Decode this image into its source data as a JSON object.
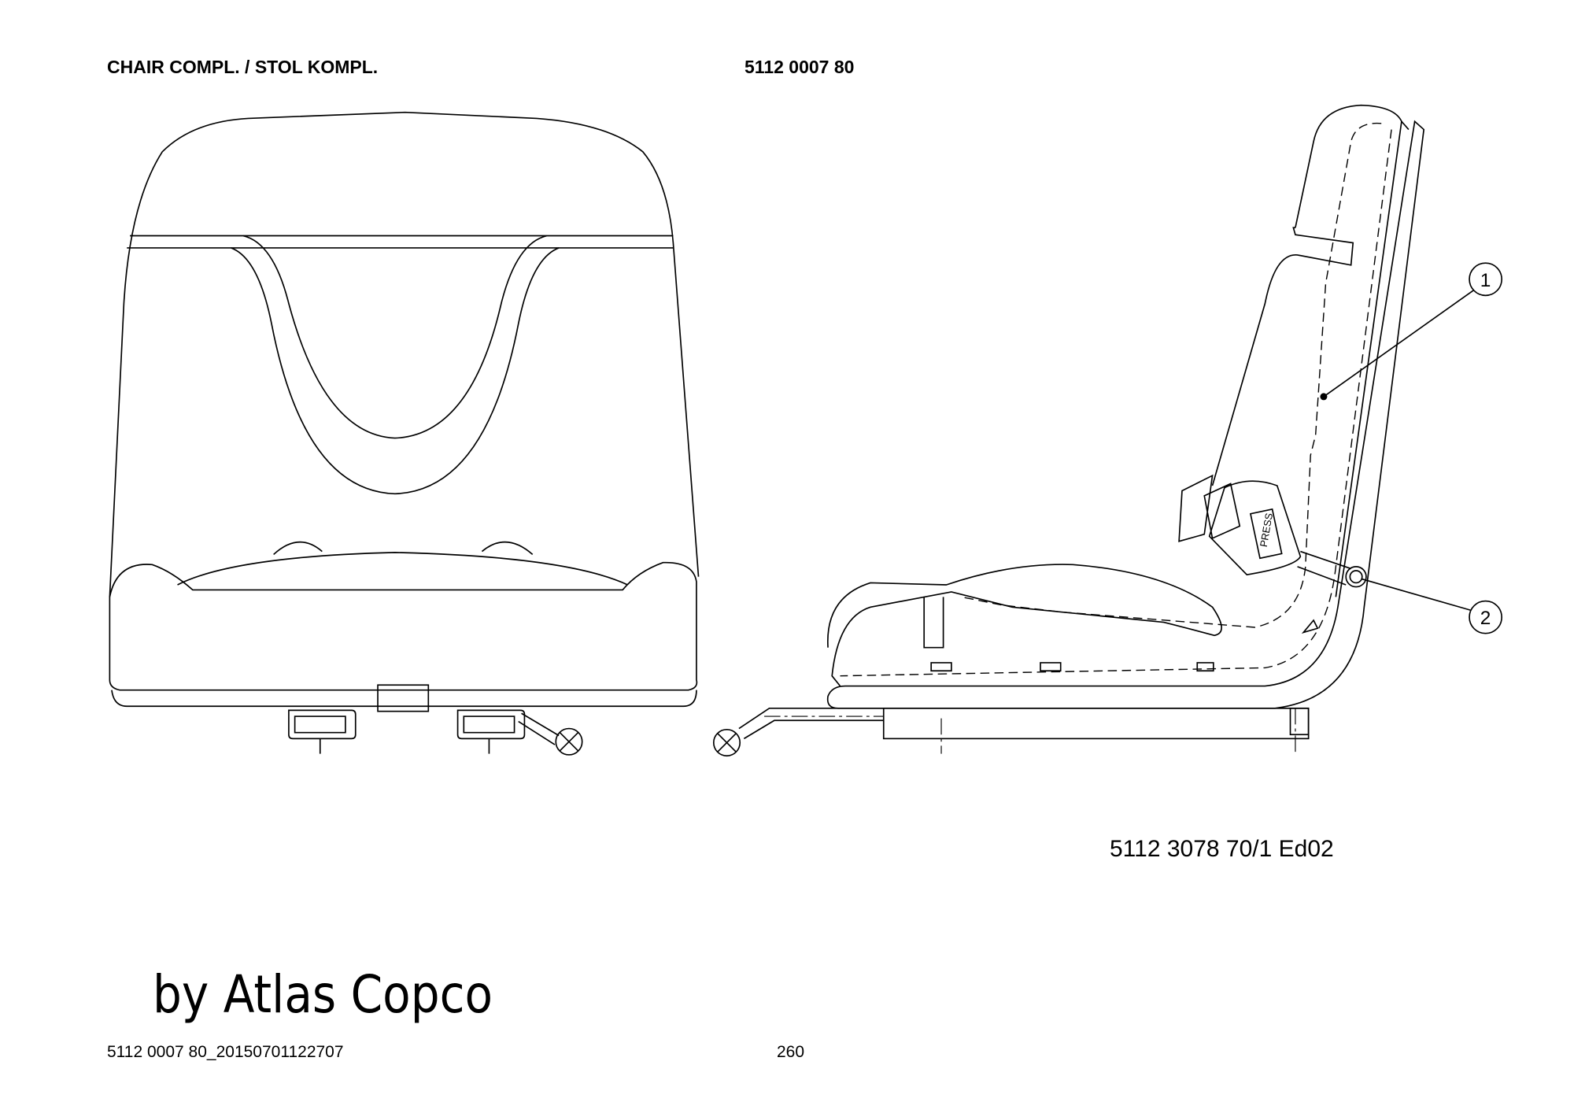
{
  "header": {
    "title": "CHAIR COMPL. / STOL KOMPL.",
    "part_number": "5112 0007 80"
  },
  "drawing": {
    "drawing_number": "5112 3078 70/1  Ed02",
    "callouts": [
      "1",
      "2"
    ],
    "buckle_label": "PRESS"
  },
  "branding": {
    "text": "by Atlas Copco"
  },
  "footer": {
    "document_id": "5112 0007 80_20150701122707",
    "page_number": "260"
  }
}
